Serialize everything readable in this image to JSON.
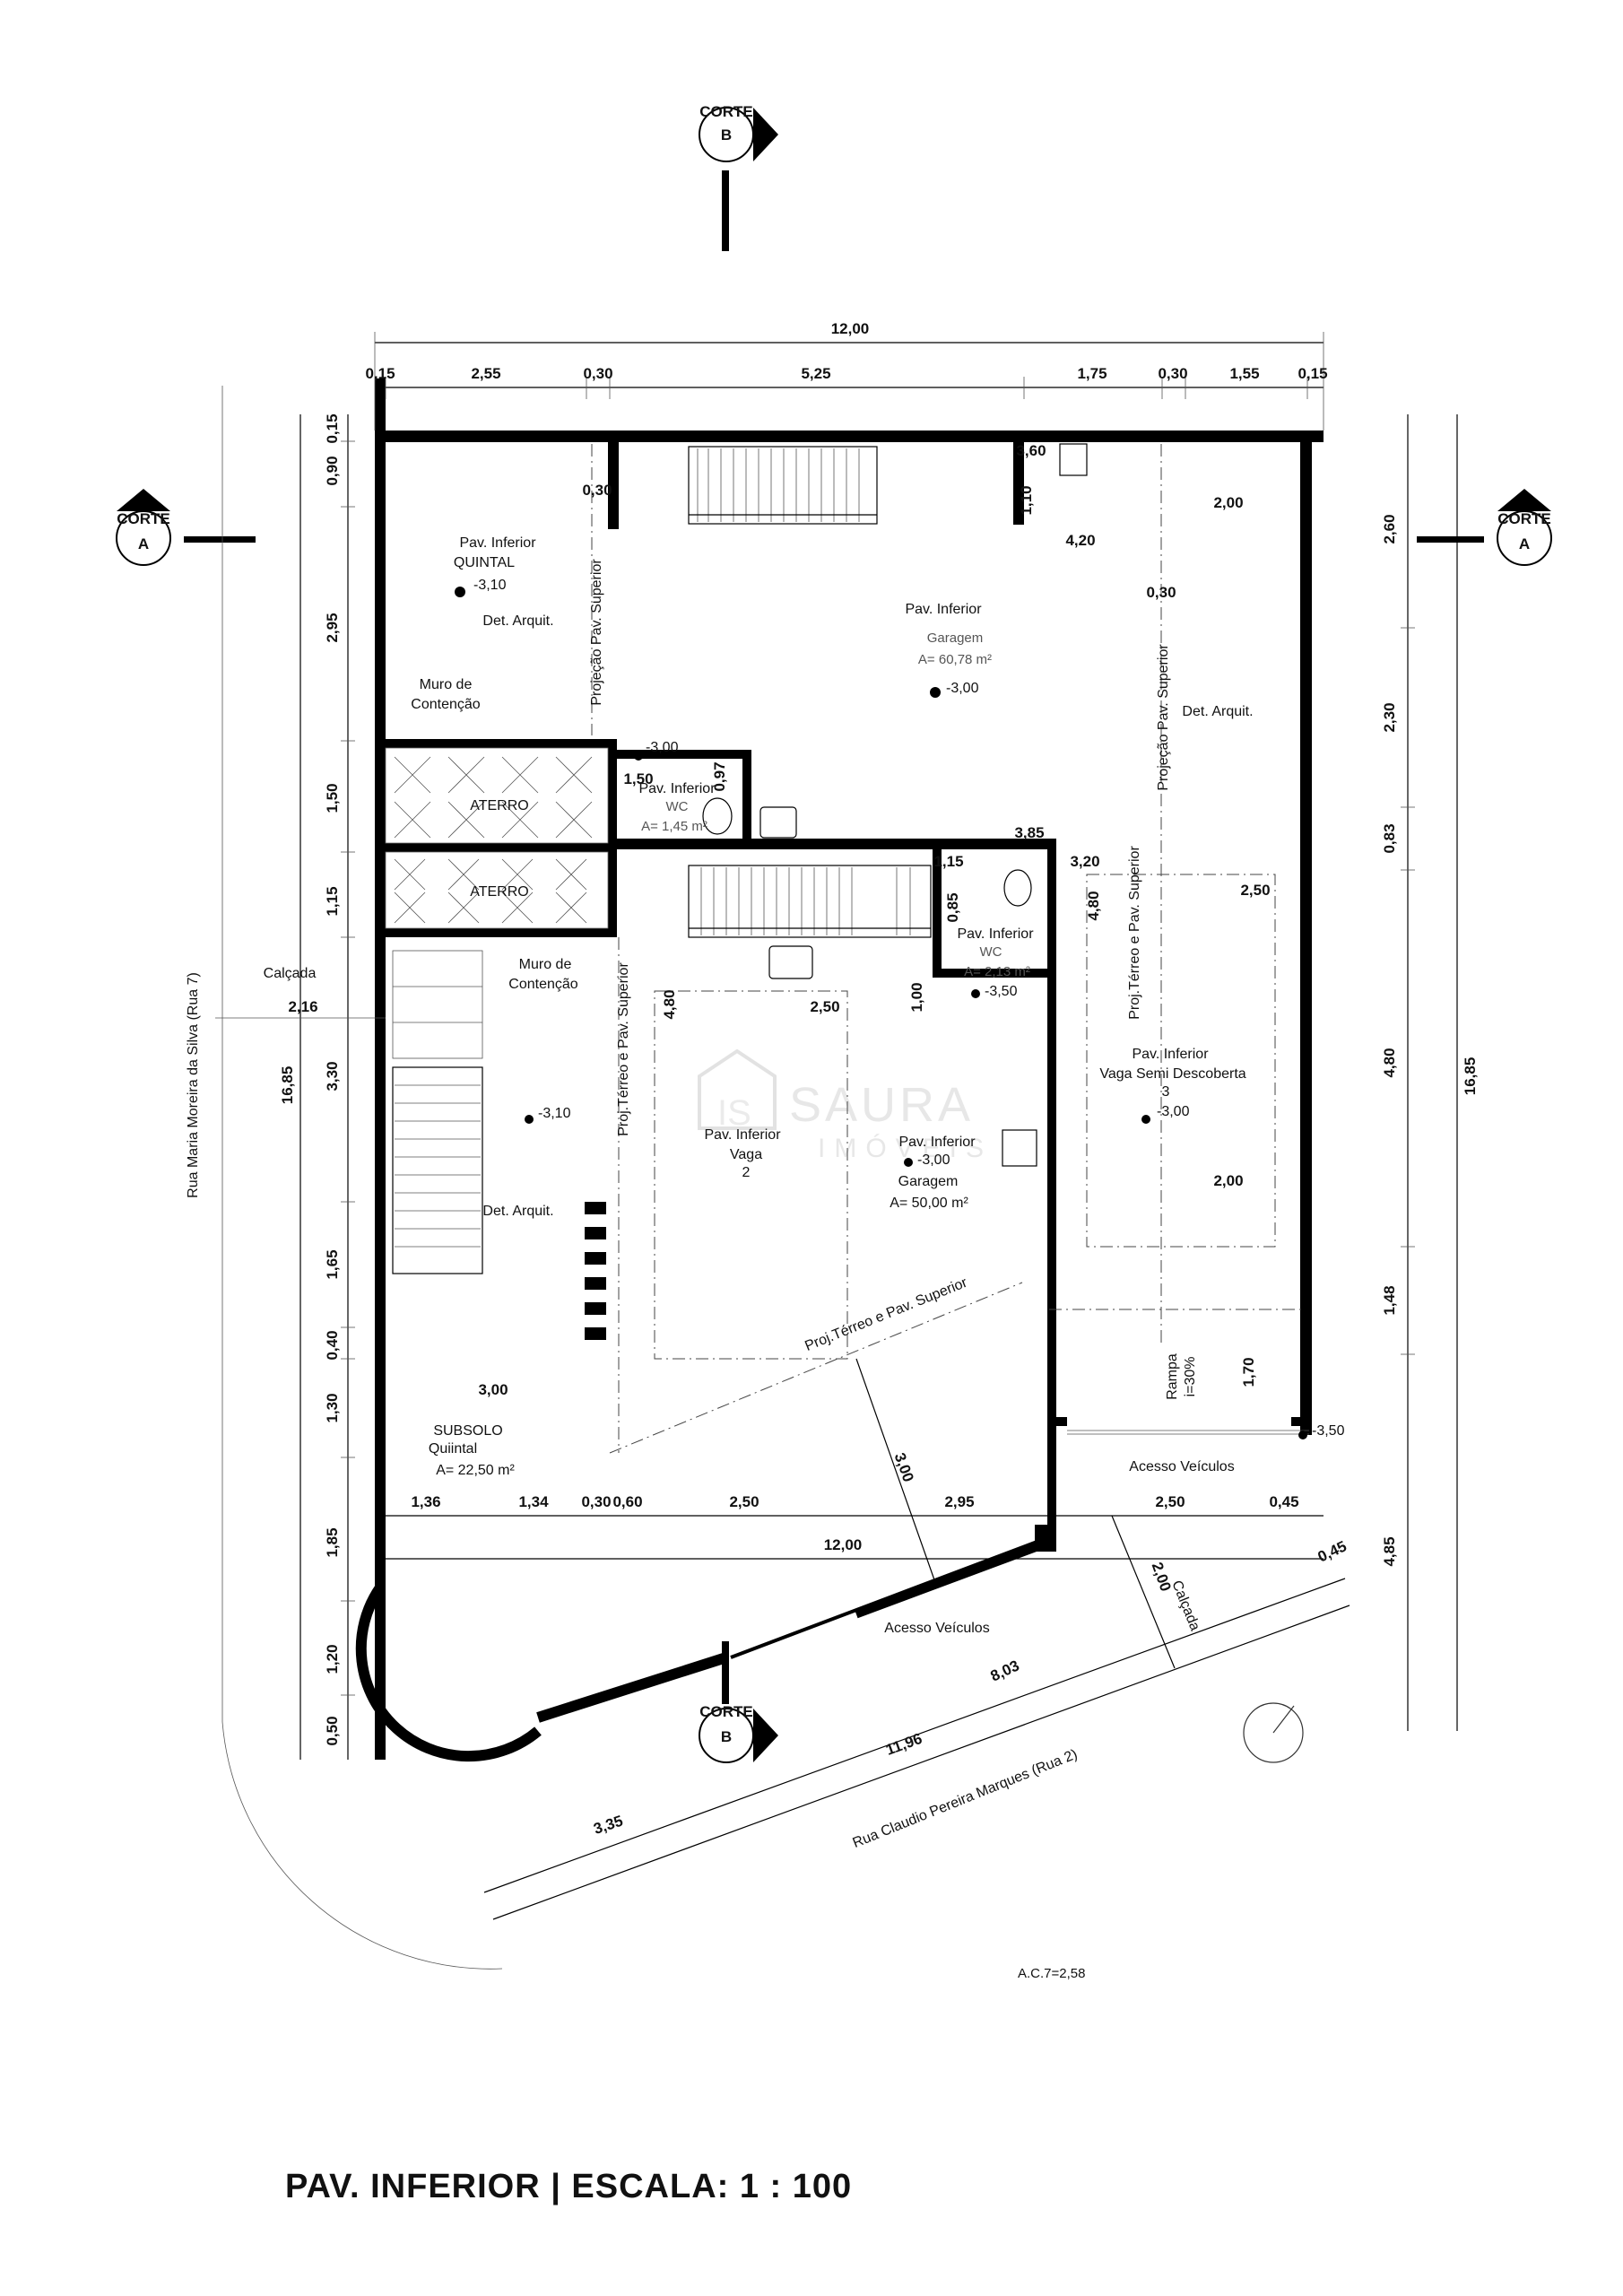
{
  "title": "PAV. INFERIOR | ESCALA:  1 : 100",
  "scale_note": "A.C.7=2,58",
  "watermark": {
    "line1": "SAURA",
    "line2": "IMÓVEIS"
  },
  "cuts": {
    "word": "CORTE",
    "a": "A",
    "b": "B"
  },
  "streets": {
    "west": "Rua Maria Moreira da Silva (Rua 7)",
    "south": "Rua Claudio Pereira Marques (Rua 2)"
  },
  "top_dims": {
    "total": "12,00",
    "segments": [
      "0,15",
      "2,55",
      "0,30",
      "5,25",
      "1,75",
      "0,30",
      "1,55",
      "0,15"
    ]
  },
  "left_dims": {
    "total": "16,85",
    "segments": [
      "0,15",
      "0,90",
      "2,95",
      "1,50",
      "1,15",
      "3,30",
      "1,65",
      "0,40",
      "1,30",
      "1,85",
      "1,20",
      "0,50"
    ]
  },
  "right_dims": {
    "total": "16,85",
    "segments": [
      "2,60",
      "2,30",
      "0,83",
      "4,80",
      "1,48",
      "4,85"
    ]
  },
  "bottom_dims": {
    "segments": [
      "1,36",
      "1,34",
      "0,30",
      "0,60",
      "2,50",
      "2,95",
      "2,50",
      "0,45"
    ],
    "total": "12,00",
    "extra": "0,45"
  },
  "street_dims": [
    "8,03",
    "11,96",
    "3,35",
    "2,00",
    "3,00"
  ],
  "interior_dims": [
    "3,60",
    "1,10",
    "0,30",
    "4,20",
    "2,00",
    "0,30",
    "1,50",
    "0,97",
    "3,85",
    "3,20",
    "2,50",
    "1,15",
    "0,85",
    "4,80",
    "2,50",
    "1,00",
    "4,80",
    "2,00",
    "3,00",
    "1,70"
  ],
  "rooms": {
    "quintal": {
      "name": "Pav. Inferior",
      "label": "QUINTAL",
      "level": "-3,10"
    },
    "garagem_top": {
      "name": "Pav. Inferior",
      "label": "Garagem",
      "area": "A= 60,78 m²",
      "level": "-3,00"
    },
    "wc1": {
      "name": "Pav. Inferior",
      "label": "WC",
      "area": "A= 1,45 m²",
      "level": "-3,00"
    },
    "wc2": {
      "name": "Pav. Inferior",
      "label": "WC",
      "area": "A= 2,13 m²",
      "level": "-3,50"
    },
    "vaga2": {
      "name": "Pav. Inferior",
      "label": "Vaga",
      "num": "2"
    },
    "garagem_mid": {
      "name": "Pav. Inferior",
      "level": "-3,00",
      "label": "Garagem",
      "area": "A= 50,00 m²"
    },
    "vaga3": {
      "name": "Pav. Inferior",
      "label": "Vaga Semi Descoberta",
      "num": "3",
      "level": "-3,00"
    },
    "subsolo": {
      "name": "SUBSOLO",
      "label": "Quiintal",
      "area": "A= 22,50 m²"
    },
    "stair_level": "-3,10",
    "exit_level": "-3,50"
  },
  "notes": {
    "aterro": "ATERRO",
    "muro_a": "Muro de",
    "muro_b": "Contenção",
    "det": "Det. Arquit.",
    "proj_sup": "Projeção Pav. Superior",
    "proj_terreo": "Proj.Térreo e Pav. Superior",
    "calcada": "Calçada",
    "calcada_w": "2,16",
    "acesso": "Acesso Veículos",
    "rampa": "Rampa",
    "rampa_pct": "i=30%"
  }
}
